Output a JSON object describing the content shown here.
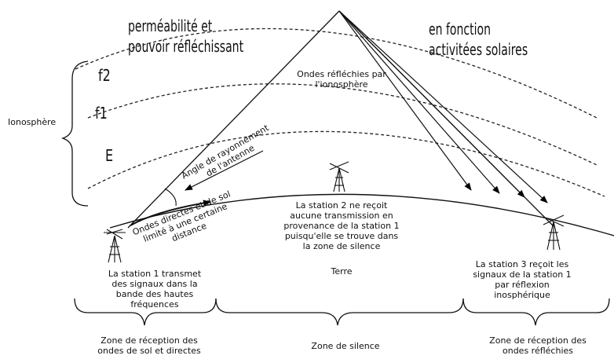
{
  "notes": {
    "permeability": [
      "perméabilité et",
      "pouvoir réfléchissant"
    ],
    "solar": [
      "en fonction",
      "activitées solaires"
    ]
  },
  "layers": {
    "ionosphere_label": "Ionosphère",
    "f2": "f2",
    "f1": "f1",
    "e": "E"
  },
  "labels": {
    "reflected_waves": [
      "Ondes réfléchies par",
      "l'ionosphère"
    ],
    "radiation_angle": [
      "Angle de rayonnement",
      "de l'antenne"
    ],
    "direct_waves": [
      "Ondes directes et de sol",
      "limité à une certaine",
      "distance"
    ],
    "station1": [
      "La station 1 transmet",
      "des signaux dans la",
      "bande des hautes",
      "fréquences"
    ],
    "station2": [
      "La station 2 ne reçoit",
      "aucune transmission en",
      "provenance de la station 1",
      "puisqu'elle se trouve dans",
      "la zone de silence"
    ],
    "earth": "Terre",
    "station3": [
      "La station 3 reçoit les",
      "signaux de la station 1",
      "par réflexion",
      "inosphérique"
    ]
  },
  "zones": {
    "ground_direct": [
      "Zone de réception des",
      "ondes de sol et directes"
    ],
    "silence": "Zone de silence",
    "reflected": [
      "Zone de réception des",
      "ondes réfléchies"
    ]
  }
}
